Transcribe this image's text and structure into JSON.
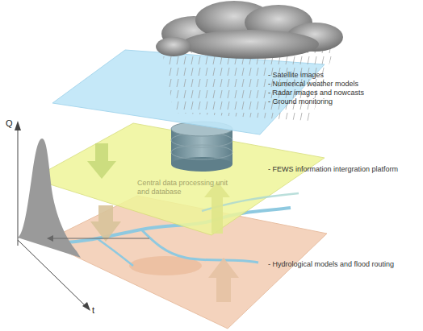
{
  "diagram": {
    "labels": [
      "- Satellite images",
      "- Numerical weather models",
      "- Radar images and nowcasts",
      "- Ground monitoring",
      "- FEWS information intergration platform",
      "Central data processing unit and database",
      "- Hydrological models and flood routing",
      "Q",
      "t"
    ]
  }
}
